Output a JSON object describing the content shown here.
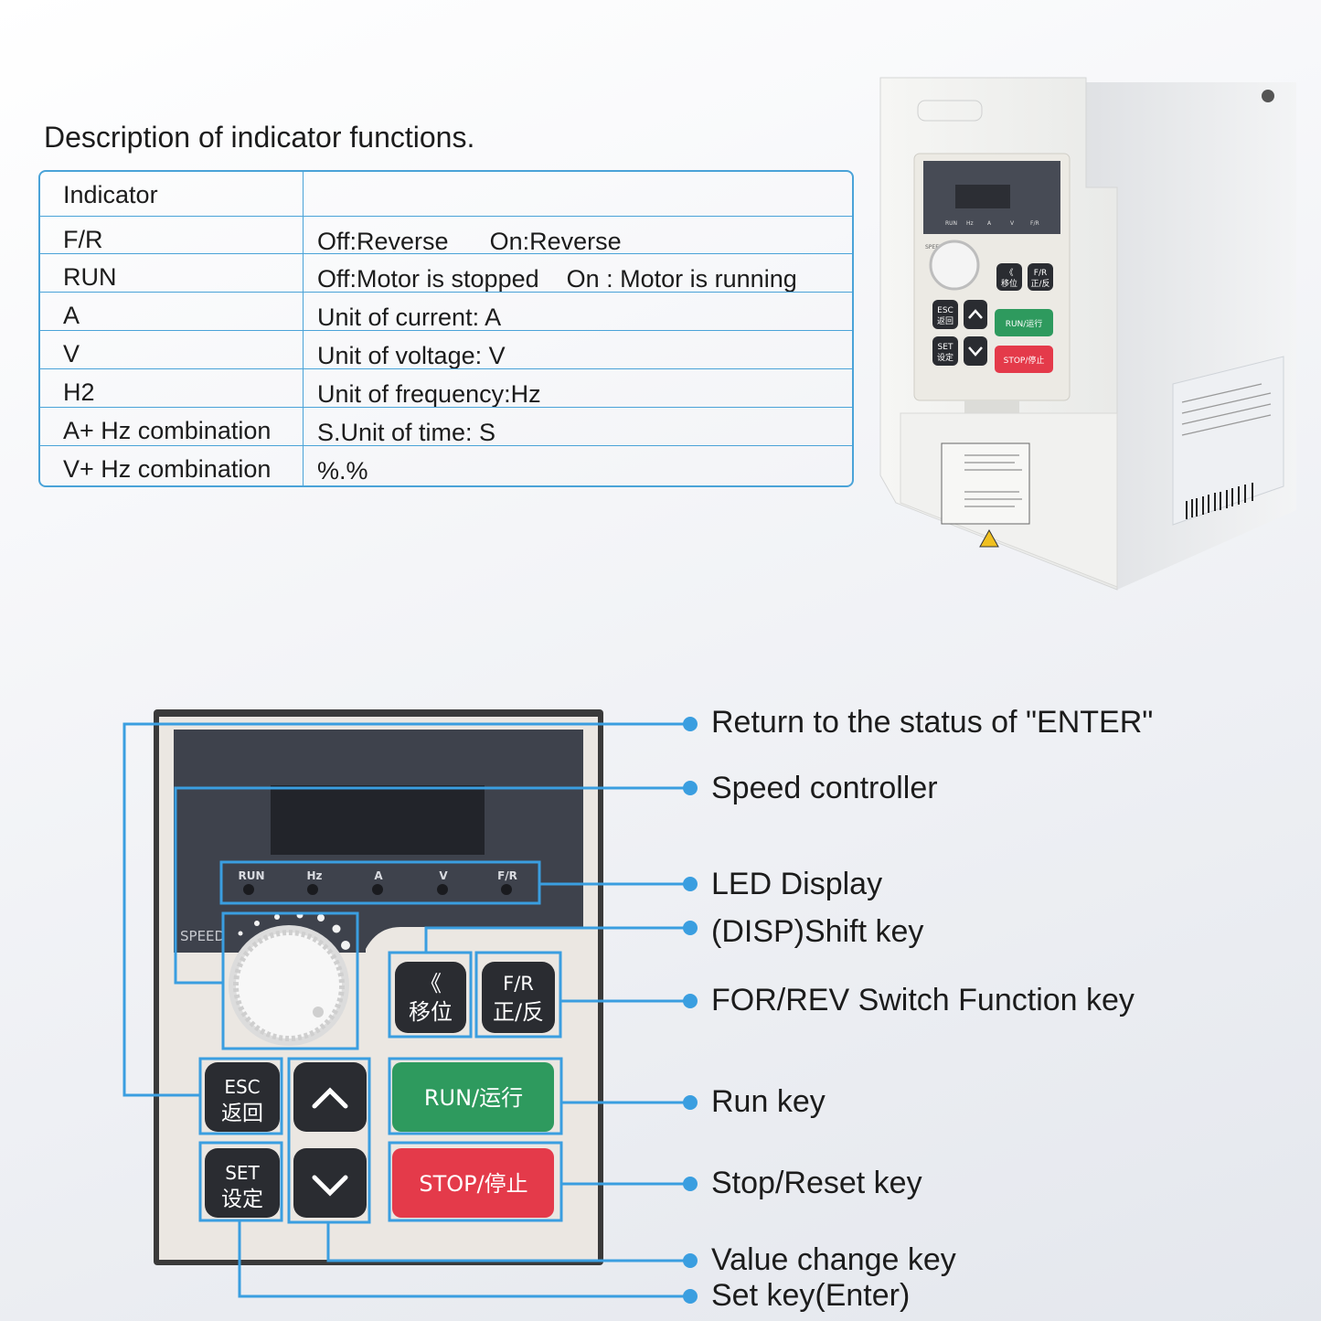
{
  "heading": "Description of indicator functions.",
  "table": {
    "header": [
      "Indicator",
      ""
    ],
    "rows": [
      [
        "F/R",
        "Off:Reverse      On:Reverse"
      ],
      [
        "RUN",
        "Off:Motor is stopped    On : Motor is running"
      ],
      [
        "A",
        "Unit of current: A"
      ],
      [
        "V",
        "Unit of voltage: V"
      ],
      [
        "H2",
        "Unit of frequency:Hz"
      ],
      [
        "A+ Hz combination",
        "S.Unit of time: S"
      ],
      [
        "V+ Hz combination",
        "%.%"
      ]
    ]
  },
  "panel": {
    "leds": [
      "RUN",
      "Hz",
      "A",
      "V",
      "F/R"
    ],
    "speed_label": "SPEED",
    "shift_key": [
      "《",
      "移位"
    ],
    "fr_key": [
      "F/R",
      "正/反"
    ],
    "esc_key": [
      "ESC",
      "返回"
    ],
    "set_key": [
      "SET",
      "设定"
    ],
    "run_key": "RUN/运行",
    "stop_key": "STOP/停止"
  },
  "photo_panel": {
    "leds": [
      "RUN",
      "Hz",
      "A",
      "V",
      "F/R"
    ],
    "speed_label": "SPEED",
    "shift_key": [
      "《",
      "移位"
    ],
    "fr_key": [
      "F/R",
      "正/反"
    ],
    "esc_key": [
      "ESC",
      "返回"
    ],
    "set_key": [
      "SET",
      "设定"
    ],
    "run_key": "RUN/运行",
    "stop_key": "STOP/停止"
  },
  "callouts": [
    "Return to the status of \"ENTER\"",
    "Speed controller",
    "LED Display",
    "(DISP)Shift key",
    "FOR/REV Switch Function key",
    "Run key",
    "Stop/Reset key",
    "Value change key",
    "Set key(Enter)"
  ],
  "colors": {
    "leader": "#3a9ee0",
    "table_border": "#4aa3d8",
    "run_green": "#2e9a5e",
    "stop_red": "#e43a4a",
    "key_dark": "#2a2c31",
    "display_dark": "#3b3f4a"
  }
}
